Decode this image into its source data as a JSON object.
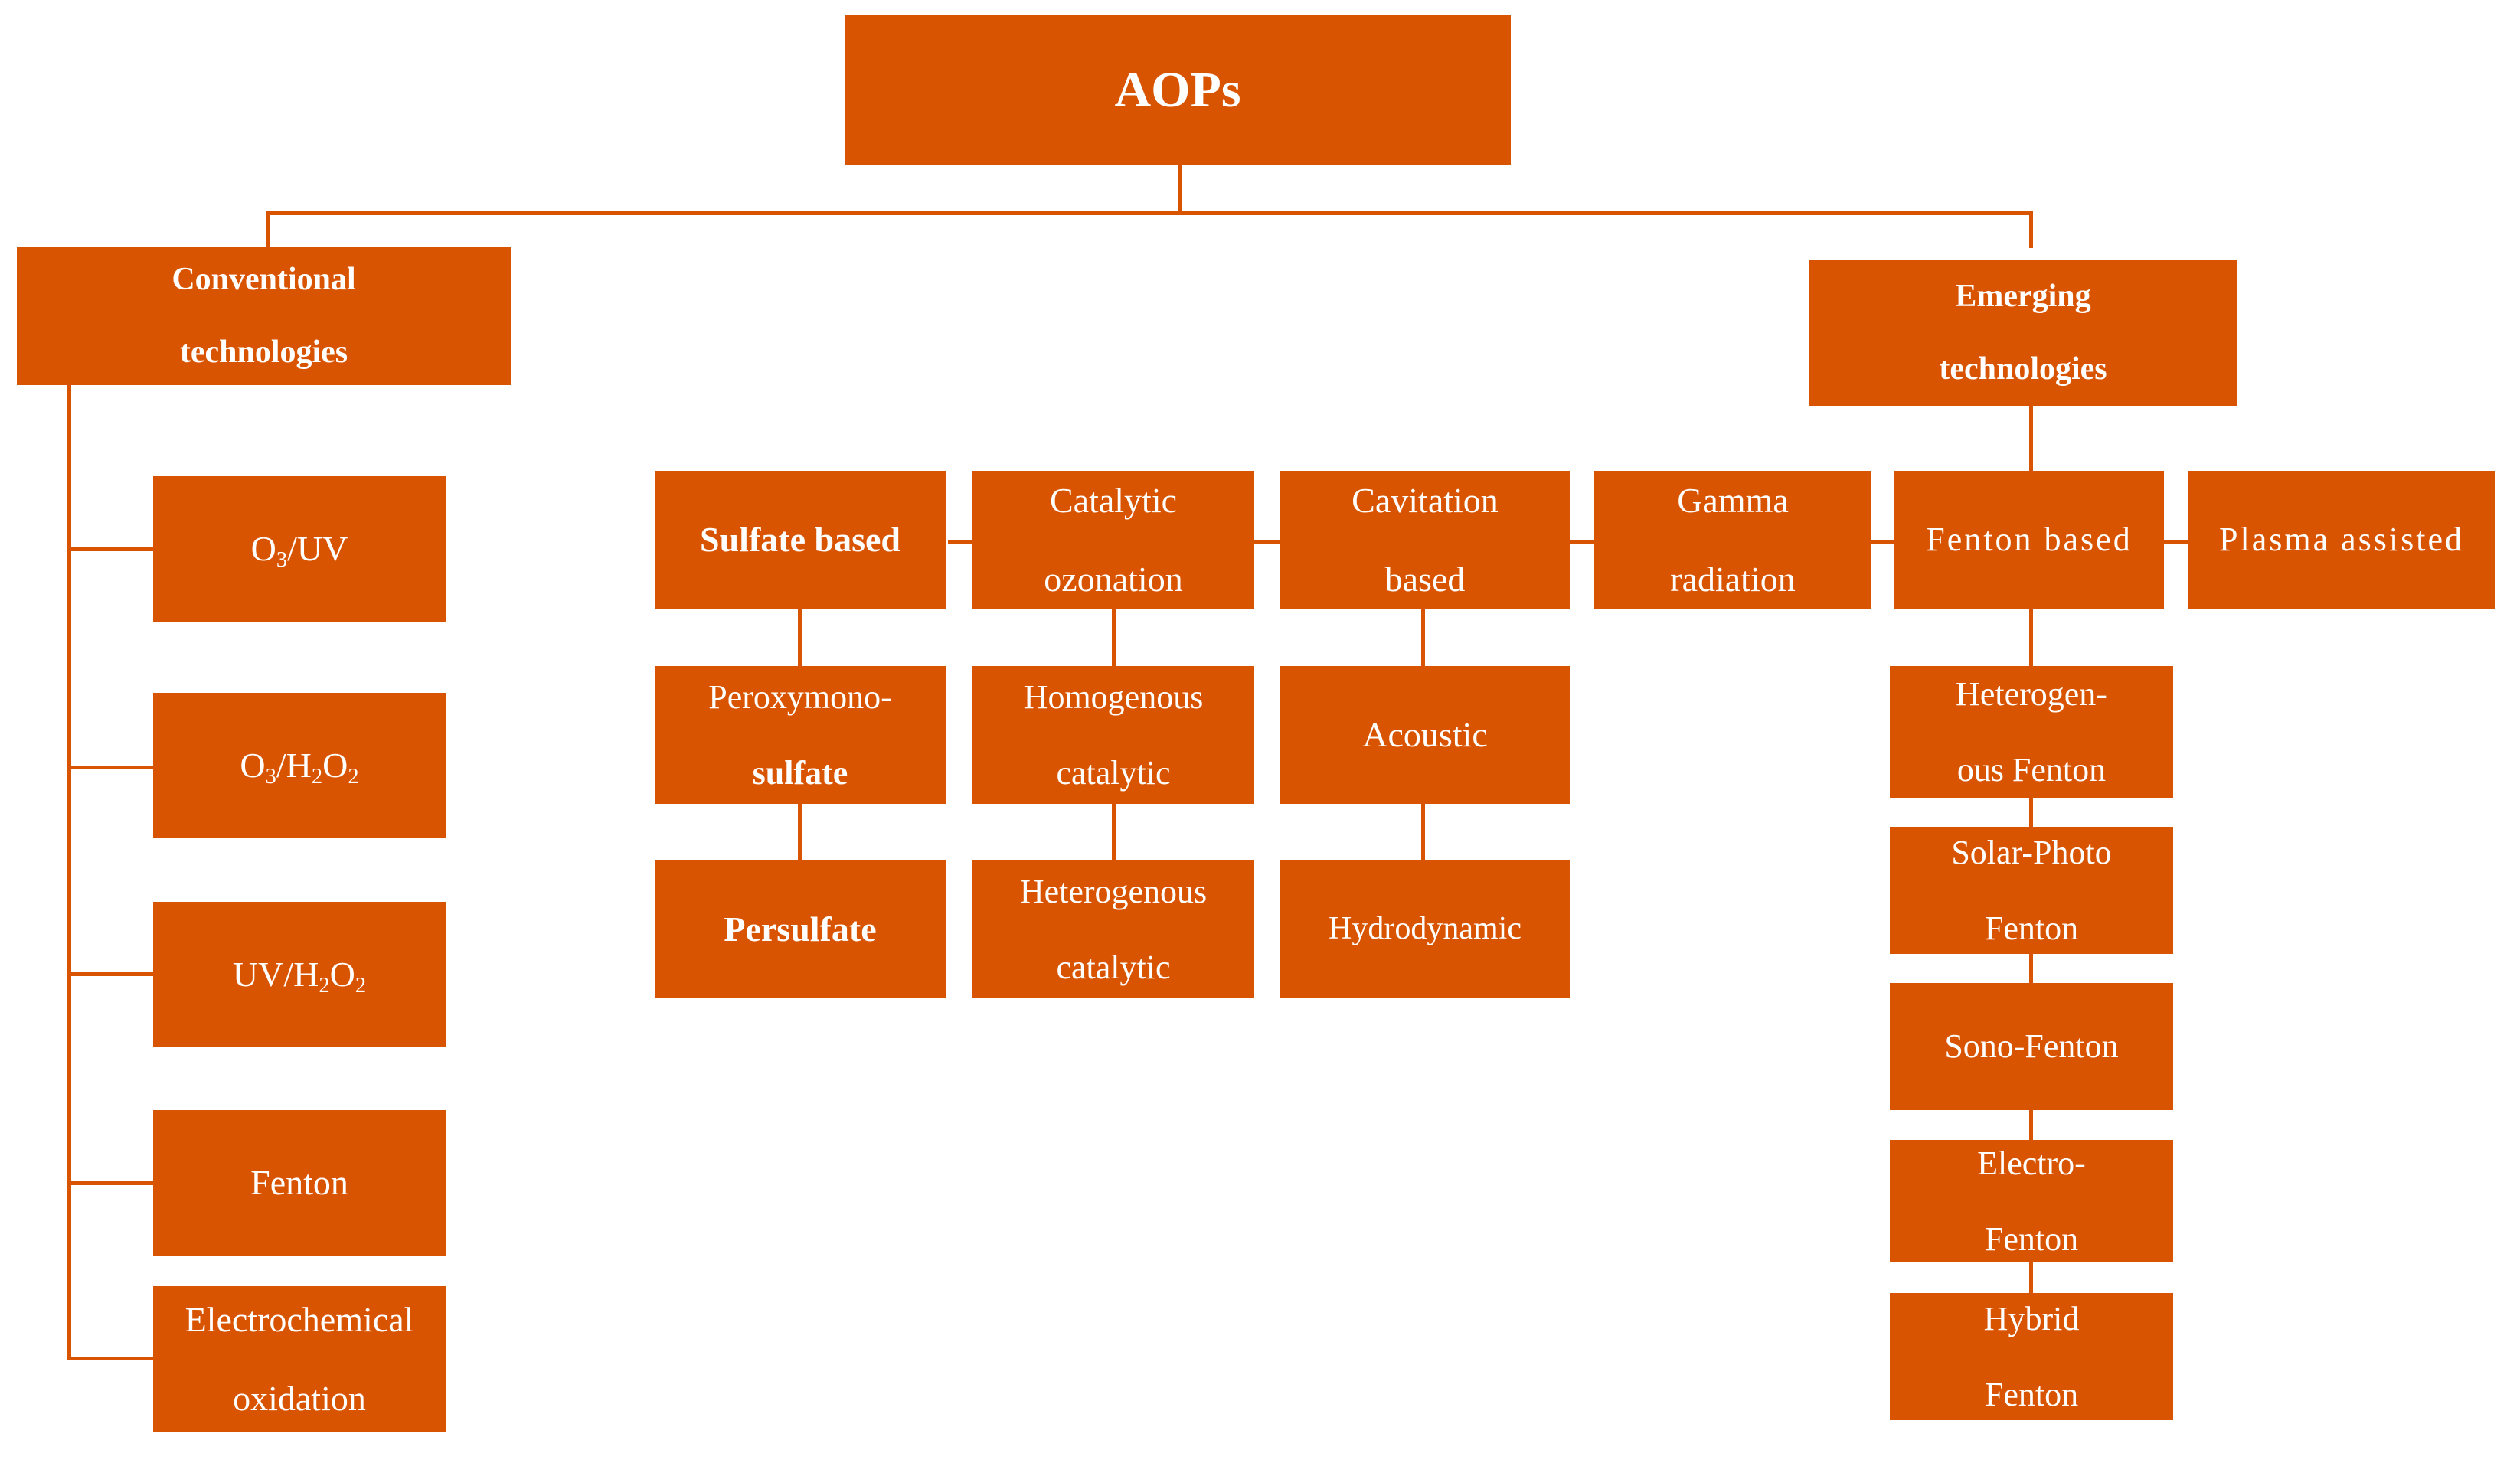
{
  "diagram": {
    "title": "AOPs",
    "root": {
      "label": "AOPs"
    },
    "branches": [
      {
        "label": "Conventional technologies",
        "label_line1": "Conventional",
        "label_line2": "technologies"
      },
      {
        "label": "Emerging technologies",
        "label_line1": "Emerging",
        "label_line2": "technologies"
      }
    ],
    "conventional_children": [
      {
        "label": "O3/UV",
        "part1": "O",
        "sub1": "3",
        "part2": "/UV"
      },
      {
        "label": "O3/H2O2",
        "part1": "O",
        "sub1": "3",
        "part2": "/H",
        "sub2": "2",
        "part3": "O",
        "sub3": "2"
      },
      {
        "label": "UV/H2O2",
        "part1": "UV/H",
        "sub2": "2",
        "part3": "O",
        "sub3": "2"
      },
      {
        "label": "Fenton"
      },
      {
        "label": "Electrochemical oxidation",
        "line1": "Electrochemical",
        "line2": "oxidation"
      }
    ],
    "emerging_children": [
      {
        "label": "Sulfate based",
        "bold": true,
        "sub_items": [
          {
            "label": "Peroxymono-sulfate",
            "line1": "Peroxymono-",
            "line2": "sulfate",
            "line2_bold": true
          },
          {
            "label": "Persulfate",
            "bold": true
          }
        ]
      },
      {
        "label": "Catalytic ozonation",
        "line1": "Catalytic",
        "line2": "ozonation",
        "sub_items": [
          {
            "label": "Homogenous catalytic",
            "line1": "Homogenous",
            "line2": "catalytic"
          },
          {
            "label": "Heterogenous catalytic",
            "line1": "Heterogenous",
            "line2": "catalytic"
          }
        ]
      },
      {
        "label": "Cavitation based",
        "line1": "Cavitation",
        "line2": "based",
        "sub_items": [
          {
            "label": "Acoustic"
          },
          {
            "label": "Hydrodynamic"
          }
        ]
      },
      {
        "label": "Gamma radiation",
        "line1": "Gamma",
        "line2": "radiation",
        "sub_items": []
      },
      {
        "label": "Fenton based",
        "wide": true,
        "sub_items": [
          {
            "label": "Heterogen-ous Fenton",
            "line1": "Heterogen-",
            "line2": "ous Fenton"
          },
          {
            "label": "Solar-Photo Fenton",
            "line1": "Solar-Photo",
            "line2": "Fenton"
          },
          {
            "label": "Sono-Fenton"
          },
          {
            "label": "Electro-Fenton",
            "line1": "Electro-",
            "line2": "Fenton"
          },
          {
            "label": "Hybrid Fenton",
            "line1": "Hybrid",
            "line2": "Fenton"
          }
        ]
      },
      {
        "label": "Plasma assisted",
        "wide": true,
        "sub_items": []
      }
    ],
    "colors": {
      "box_fill": "#d95400",
      "text": "#ffffff",
      "connector": "#d95400",
      "background": "#ffffff"
    }
  }
}
